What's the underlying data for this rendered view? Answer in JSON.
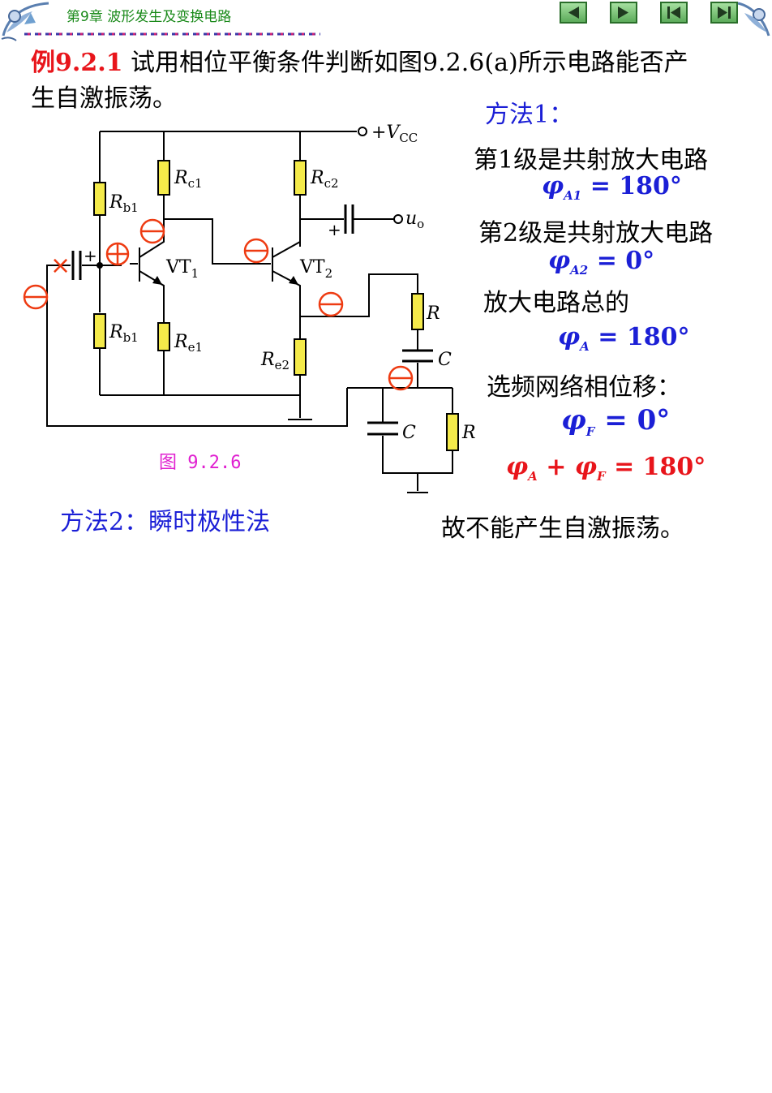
{
  "header": {
    "chapter_title": "第9章  波形发生及变换电路",
    "nav_buttons": [
      {
        "name": "prev",
        "icon": "triangle-left-icon"
      },
      {
        "name": "next",
        "icon": "triangle-right-icon"
      },
      {
        "name": "first",
        "icon": "skip-to-start-icon"
      },
      {
        "name": "last",
        "icon": "skip-to-end-icon"
      }
    ]
  },
  "problem": {
    "label": "例9.2.1",
    "text_line1": " 试用相位平衡条件判断如图9.2.6(a)所示电路能否产",
    "text_line2": "生自激振荡。"
  },
  "method1": {
    "title": "方法1：",
    "stage1": "第1级是共射放大电路",
    "phi_a1": {
      "symbol": "φ",
      "sub": "A1",
      "value": "= 180°"
    },
    "stage2": "第2级是共射放大电路",
    "phi_a2": {
      "symbol": "φ",
      "sub": "A2",
      "value": "= 0°"
    },
    "total": "放大电路总的",
    "phi_a": {
      "symbol": "φ",
      "sub": "A",
      "value": "= 180°"
    },
    "network": "选频网络相位移：",
    "phi_f": {
      "symbol": "φ",
      "sub": "F",
      "value": "= 0°"
    },
    "sum": {
      "sym1": "φ",
      "sub1": "A",
      "plus": " + ",
      "sym2": "φ",
      "sub2": "F",
      "value": " = 180°"
    }
  },
  "conclusion": "故不能产生自激振荡。",
  "method2": "方法2：瞬时极性法",
  "figure": {
    "caption": "图 9.2.6",
    "labels": {
      "vcc_plus": "+",
      "vcc_main": "V",
      "vcc_sub": "CC",
      "rc1": "R",
      "rc1_sub": "c1",
      "rc2": "R",
      "rc2_sub": "c2",
      "rb1_top": "R",
      "rb1_top_sub": "b1",
      "rb1_bottom": "R",
      "rb1_bottom_sub": "b1",
      "re1": "R",
      "re1_sub": "e1",
      "re2": "R",
      "re2_sub": "e2",
      "vt1": "VT",
      "vt1_sub": "1",
      "vt2": "VT",
      "vt2_sub": "2",
      "uo": "u",
      "uo_sub": "o",
      "r_series": "R",
      "c_series": "C",
      "c_shunt": "C",
      "r_shunt": "R",
      "plus_cap_in": "+",
      "plus_cap_out": "+",
      "cross": "×"
    },
    "colors": {
      "resistor_fill": "#f4ea4a",
      "polarity_mark": "#ee3b12",
      "wire": "#000000"
    }
  }
}
